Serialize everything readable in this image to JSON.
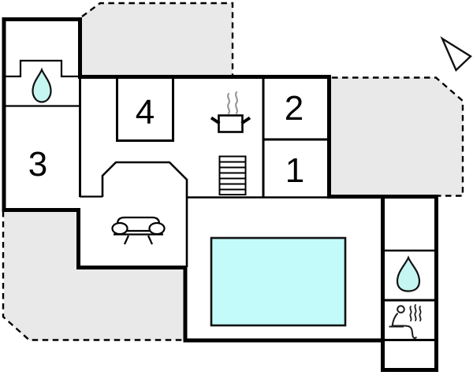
{
  "plan": {
    "title": "holiday-home-floor-plan",
    "rooms": [
      {
        "id": "room-1",
        "label": "1"
      },
      {
        "id": "room-2",
        "label": "2"
      },
      {
        "id": "room-3",
        "label": "3"
      },
      {
        "id": "room-4",
        "label": "4"
      }
    ],
    "icons": {
      "bathroom": "water-drop-icon",
      "shower": "water-drop-icon",
      "kitchen": "cooking-pot-icon",
      "stairs": "stairs-icon",
      "living_room": "sofa-icon",
      "pool": "swimming-pool",
      "sauna": "sauna-person-icon",
      "compass": "north-arrow-icon"
    },
    "colors": {
      "wall": "#000000",
      "pool_fill": "#c2fbfa",
      "drop_fill": "#c5f6f1",
      "terrace_fill": "#e9e9e9",
      "steam_gray": "#999999",
      "background": "#ffffff"
    }
  }
}
